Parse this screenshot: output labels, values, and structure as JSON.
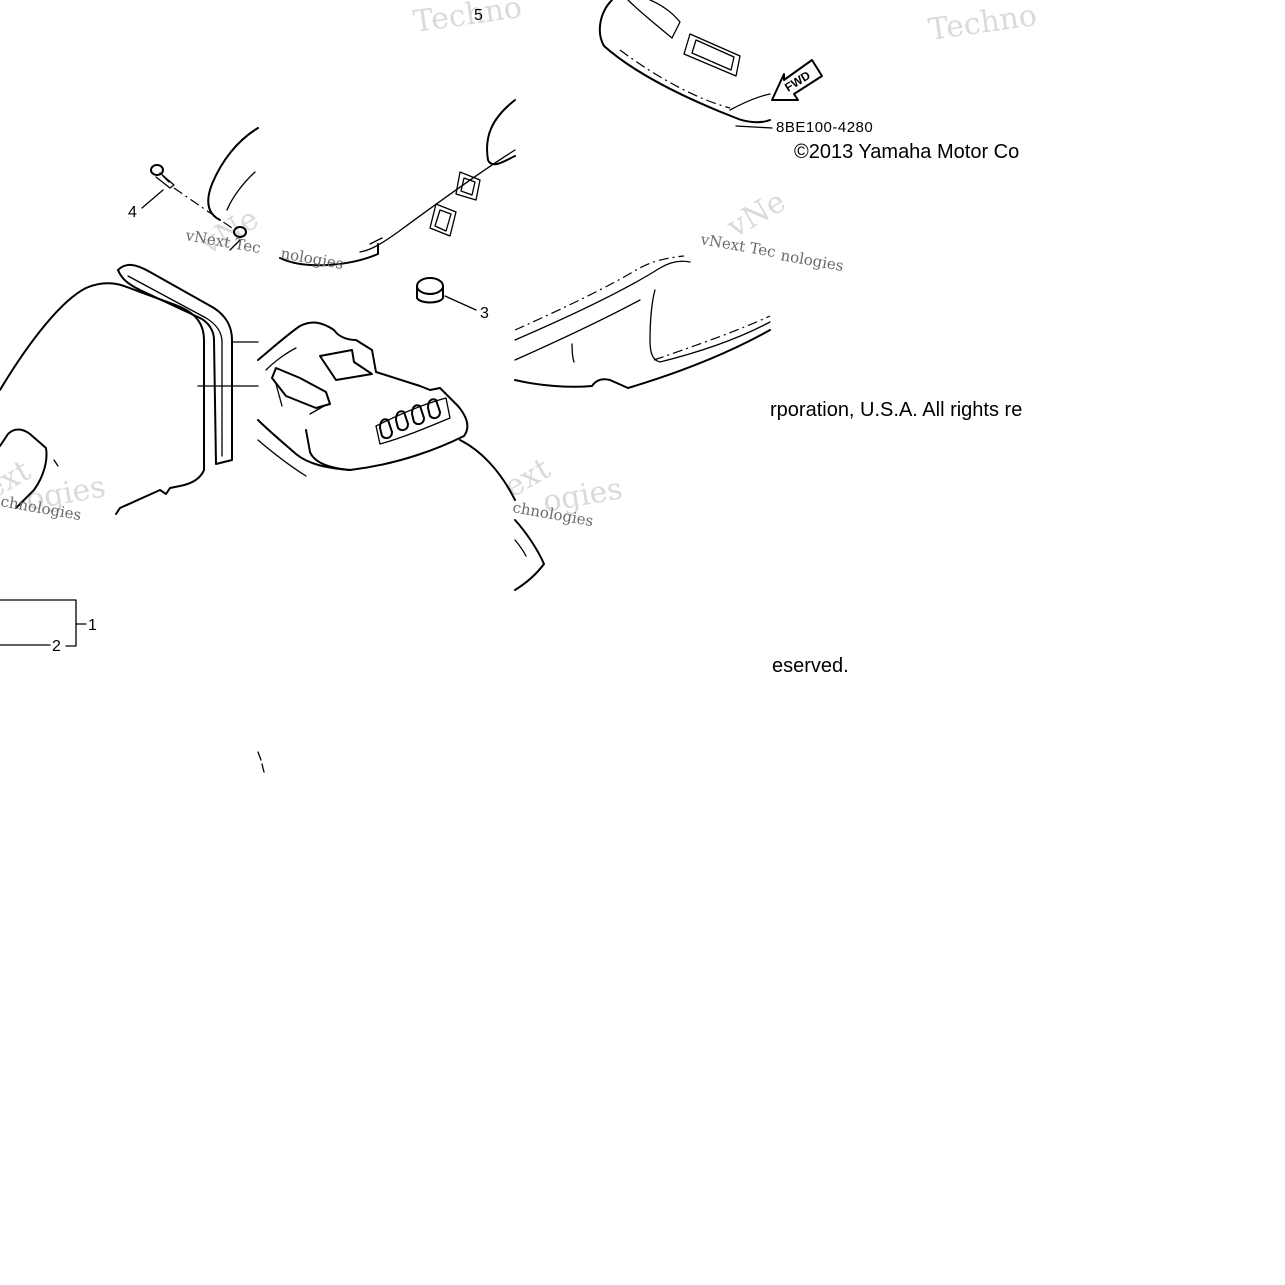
{
  "diagram": {
    "part_code": "8BE100-4280",
    "copyright_line1": "©2013 Yamaha Motor Co",
    "copyright_line2": "rporation, U.S.A. All rights re",
    "copyright_line3": "eserved.",
    "fwd_label": "FWD",
    "callouts": {
      "c1": "1",
      "c2": "2",
      "c3": "3",
      "c4": "4",
      "c5": "5"
    },
    "watermarks": {
      "techno_a": "Techno",
      "techno_b": "Techno",
      "vnext_a": "vNext Tec",
      "vnext_b": "vNext Tec",
      "nologies_a": "nologies",
      "nologies_b": "nologies",
      "ext_a": "ext",
      "ext_b": "ext",
      "chnologies_a": "chnologies",
      "chnologies_b": "chnologies",
      "ogies_a": "ogies",
      "ogies_b": "ogies",
      "vne_a": "vNe",
      "vne_b": "vNe"
    }
  }
}
